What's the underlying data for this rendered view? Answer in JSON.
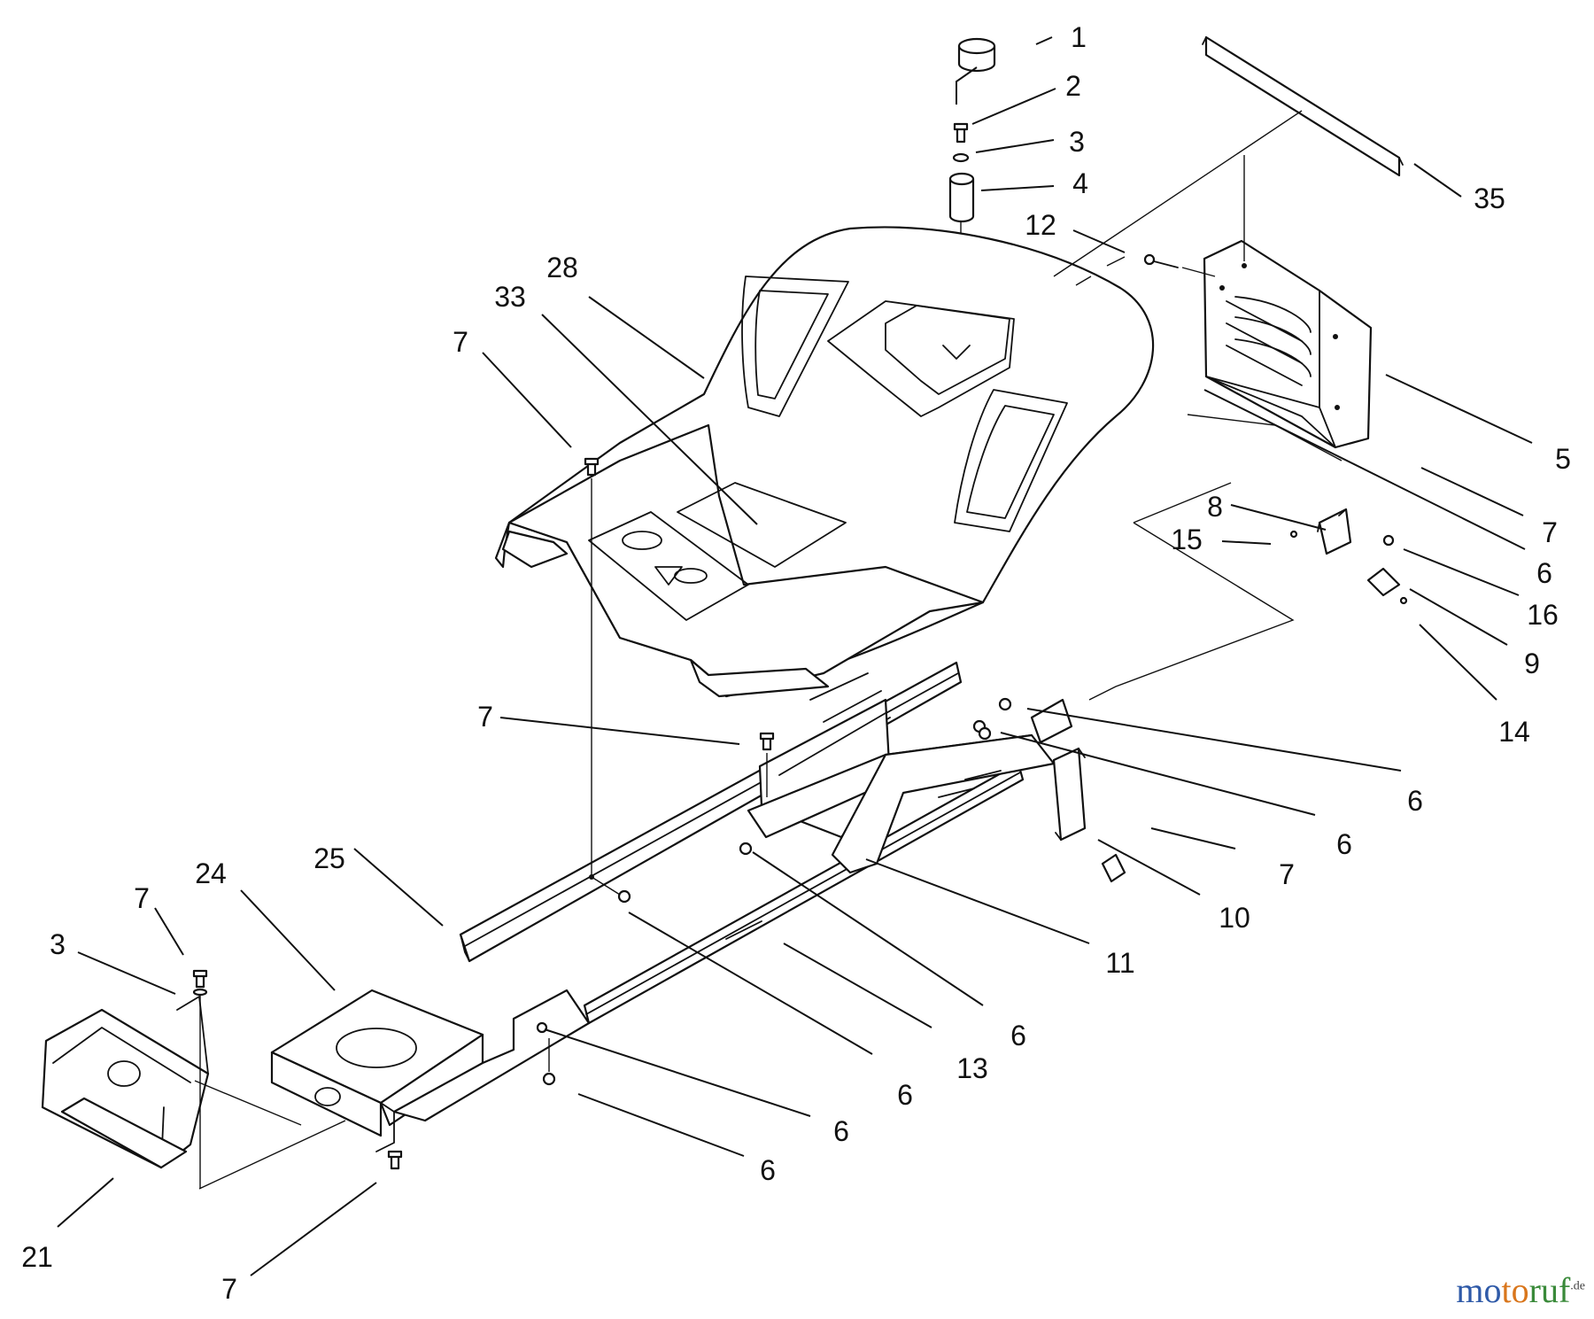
{
  "callouts": [
    {
      "id": "c1",
      "text": "1"
    },
    {
      "id": "c2",
      "text": "2"
    },
    {
      "id": "c3",
      "text": "3"
    },
    {
      "id": "c4",
      "text": "4"
    },
    {
      "id": "c12",
      "text": "12"
    },
    {
      "id": "c35",
      "text": "35"
    },
    {
      "id": "c28",
      "text": "28"
    },
    {
      "id": "c33",
      "text": "33"
    },
    {
      "id": "c7a",
      "text": "7"
    },
    {
      "id": "c5",
      "text": "5"
    },
    {
      "id": "c7b",
      "text": "7"
    },
    {
      "id": "c8",
      "text": "8"
    },
    {
      "id": "c15",
      "text": "15"
    },
    {
      "id": "c6a",
      "text": "6"
    },
    {
      "id": "c16",
      "text": "16"
    },
    {
      "id": "c9",
      "text": "9"
    },
    {
      "id": "c14",
      "text": "14"
    },
    {
      "id": "c7c",
      "text": "7"
    },
    {
      "id": "c6b",
      "text": "6"
    },
    {
      "id": "c6c",
      "text": "6"
    },
    {
      "id": "c7d",
      "text": "7"
    },
    {
      "id": "c10",
      "text": "10"
    },
    {
      "id": "c25",
      "text": "25"
    },
    {
      "id": "c11",
      "text": "11"
    },
    {
      "id": "c24",
      "text": "24"
    },
    {
      "id": "c7e",
      "text": "7"
    },
    {
      "id": "c3b",
      "text": "3"
    },
    {
      "id": "c6d",
      "text": "6"
    },
    {
      "id": "c13",
      "text": "13"
    },
    {
      "id": "c6e",
      "text": "6"
    },
    {
      "id": "c6f",
      "text": "6"
    },
    {
      "id": "c6g",
      "text": "6"
    },
    {
      "id": "c21",
      "text": "21"
    },
    {
      "id": "c7f",
      "text": "7"
    }
  ],
  "watermark": {
    "part1": "mo",
    "part2": "to",
    "part3": "ruf",
    "suffix": ".de"
  }
}
